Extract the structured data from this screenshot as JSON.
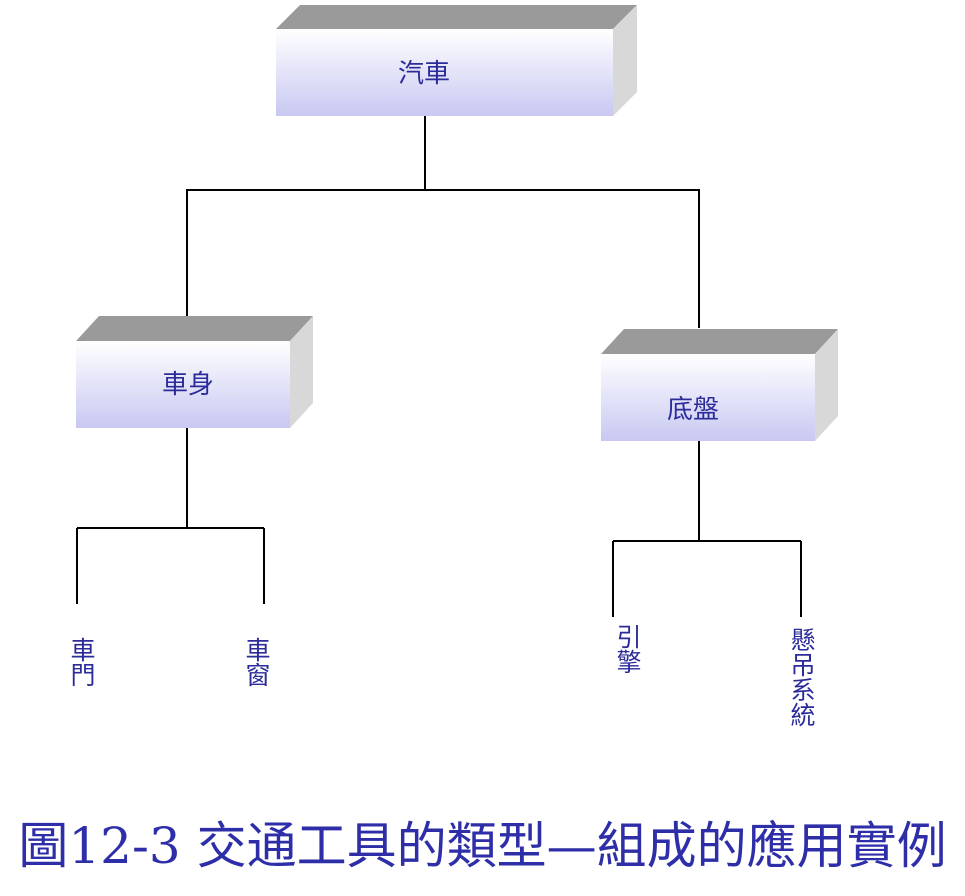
{
  "tree": {
    "root": {
      "label": "汽車"
    },
    "body": {
      "label": "車身",
      "children": [
        "車門",
        "車窗"
      ]
    },
    "chassis": {
      "label": "底盤",
      "children": [
        "引擎",
        "懸吊系統"
      ]
    }
  },
  "caption": "圖12-3 交通工具的類型—組成的應用實例",
  "colors": {
    "box_top": "#9a9a9a",
    "box_side": "#d8d8d8",
    "box_face_top": "#ffffff",
    "box_face_bottom": "#c8c8f2",
    "text": "#2b2b9a",
    "caption": "#2e2ea8",
    "line": "#000000"
  }
}
